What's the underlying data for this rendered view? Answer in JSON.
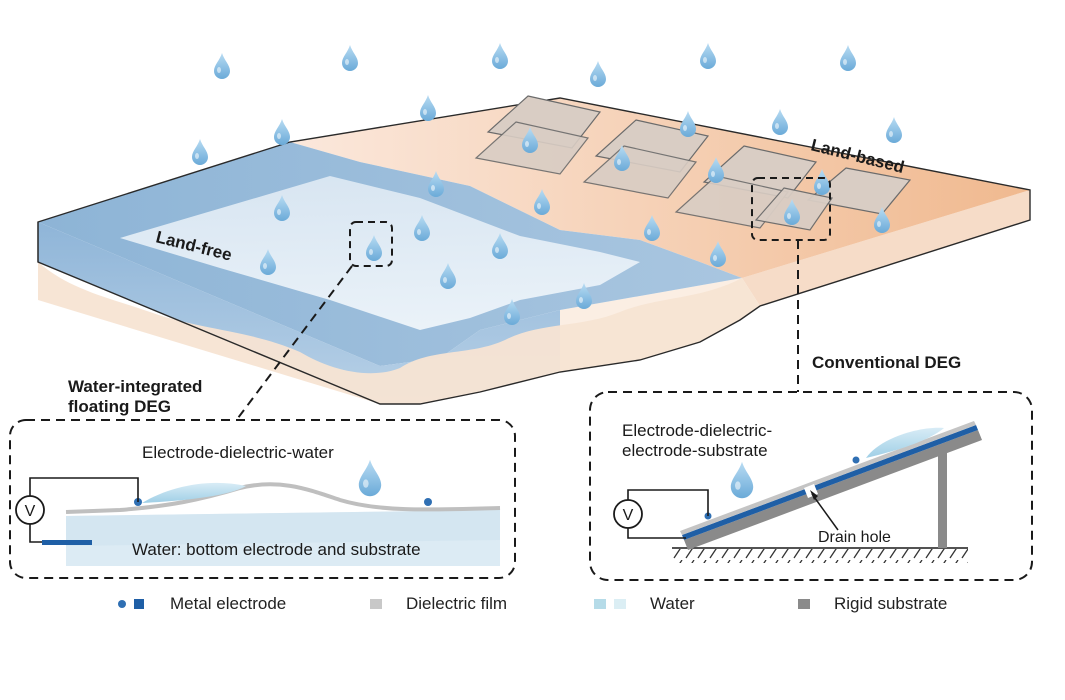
{
  "labels": {
    "land_free": "Land-free",
    "land_based": "Land-based",
    "conventional_deg": "Conventional DEG",
    "water_integrated_line1": "Water-integrated",
    "water_integrated_line2": "floating DEG",
    "electrode_dielectric_water": "Electrode-dielectric-water",
    "water_bottom": "Water: bottom electrode and substrate",
    "electrode_stack_line1": "Electrode-dielectric-",
    "electrode_stack_line2": "electrode-substrate",
    "drain_hole": "Drain hole",
    "voltmeter_left": "V",
    "voltmeter_right": "V"
  },
  "legend": {
    "metal_electrode": "Metal electrode",
    "dielectric_film": "Dielectric film",
    "water": "Water",
    "rigid_substrate": "Rigid substrate"
  },
  "colors": {
    "water_dark": "#7fa9cf",
    "water_light": "#c9dcec",
    "land": "#f3c8a8",
    "panel": "#d8cbc2",
    "electrode": "#2f6fb3",
    "dielectric": "#c8c8c8",
    "substrate": "#8a8a8a",
    "drop": "#8fc3e6"
  }
}
